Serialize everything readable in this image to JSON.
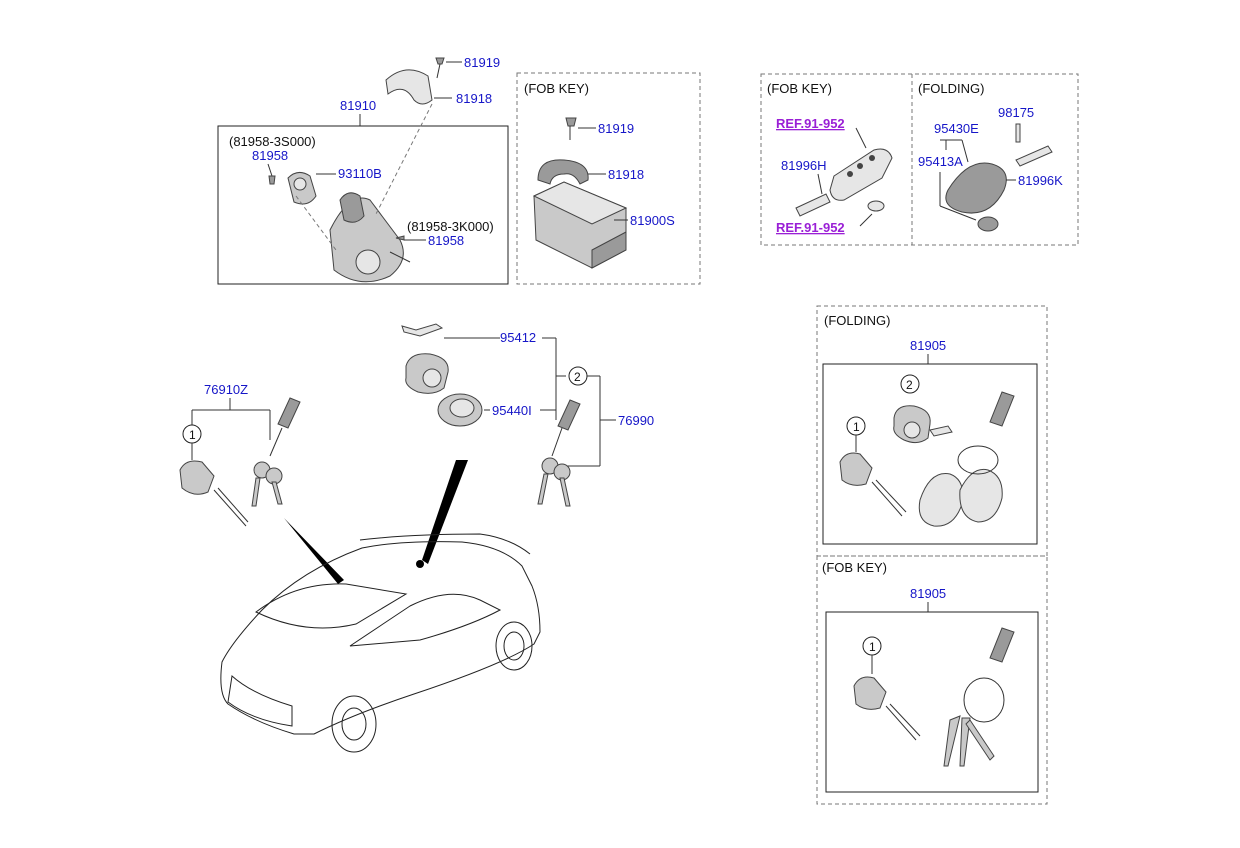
{
  "labels": {
    "p81919_top": "81919",
    "p81918_top": "81918",
    "p81910": "81910",
    "p81958_3s000_code": "(81958-3S000)",
    "p81958_a": "81958",
    "p93110b": "93110B",
    "p81958_3k000_code": "(81958-3K000)",
    "p81958_b": "81958",
    "fob_key_1": "(FOB KEY)",
    "p81919_fob": "81919",
    "p81918_fob": "81918",
    "p81900s": "81900S",
    "fob_key_2": "(FOB KEY)",
    "ref_1": "REF.91-952",
    "p81996h": "81996H",
    "ref_2": "REF.91-952",
    "folding_1": "(FOLDING)",
    "p98175": "98175",
    "p95430e": "95430E",
    "p95413a": "95413A",
    "p81996k": "81996K",
    "p95412": "95412",
    "p95440i": "95440I",
    "p76990": "76990",
    "p76910z": "76910Z",
    "callout_1": "1",
    "callout_2": "2",
    "folding_2": "(FOLDING)",
    "p81905_folding": "81905",
    "callout_2_folding": "2",
    "callout_1_folding": "1",
    "fob_key_3": "(FOB KEY)",
    "p81905_fob": "81905",
    "callout_1_fob": "1"
  },
  "colors": {
    "part_number": "#1616c8",
    "reference_link": "#9a1fd6"
  }
}
